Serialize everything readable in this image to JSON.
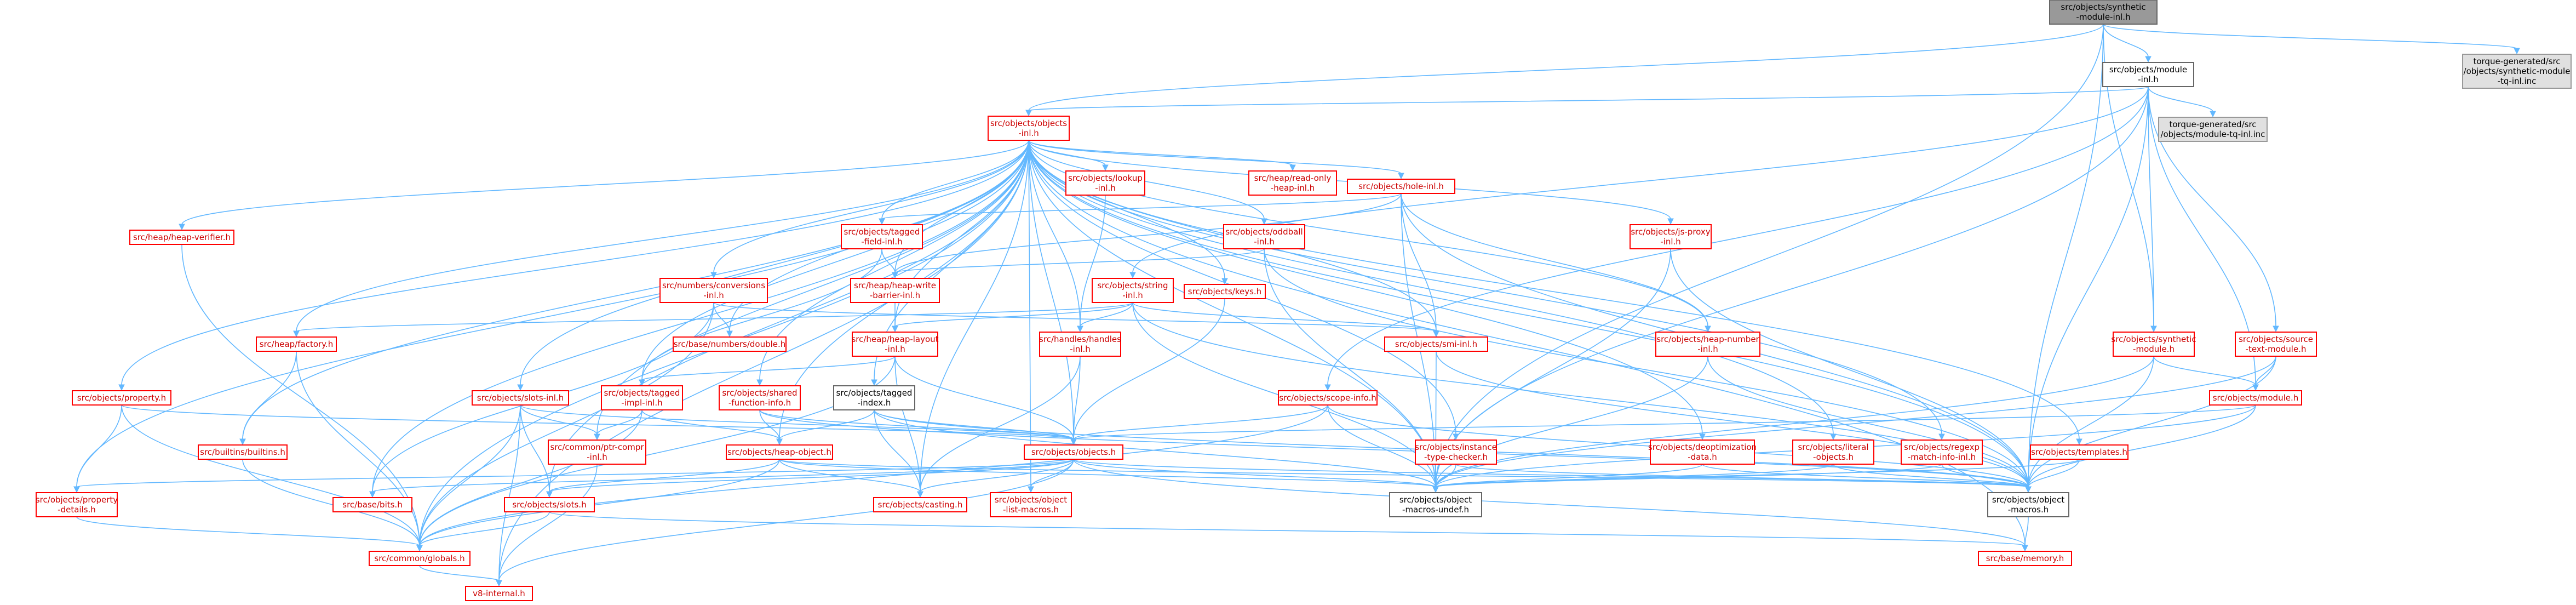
{
  "colors": {
    "root_fill": "#999999",
    "root_stroke": "#666666",
    "doc_fill": "#ffffff",
    "doc_stroke": "#666666",
    "missing_fill": "#ffffff",
    "missing_stroke": "#ff0000",
    "gen_fill": "#e0e0e0",
    "gen_stroke": "#999999",
    "doc_text": "#000000",
    "missing_text": "#cc0000",
    "edge": "#63b8ff"
  },
  "nodes": [
    {
      "id": "root",
      "kind": "root",
      "lines": [
        "src/objects/synthetic",
        "-module-inl.h"
      ]
    },
    {
      "id": "module_inl",
      "kind": "doc",
      "lines": [
        "src/objects/module",
        "-inl.h"
      ]
    },
    {
      "id": "torque_synth",
      "kind": "gen",
      "lines": [
        "torque-generated/src",
        "/objects/synthetic-module",
        "-tq-inl.inc"
      ]
    },
    {
      "id": "objects_inl",
      "kind": "missing",
      "lines": [
        "src/objects/objects",
        "-inl.h"
      ]
    },
    {
      "id": "torque_module",
      "kind": "gen",
      "lines": [
        "torque-generated/src",
        "/objects/module-tq-inl.inc"
      ]
    },
    {
      "id": "heap_verifier",
      "kind": "missing",
      "lines": [
        "src/heap/heap-verifier.h"
      ]
    },
    {
      "id": "heap_read_only",
      "kind": "missing",
      "lines": [
        "src/heap/read-only",
        "-heap-inl.h"
      ]
    },
    {
      "id": "lookup_inl",
      "kind": "missing",
      "lines": [
        "src/objects/lookup",
        "-inl.h"
      ]
    },
    {
      "id": "hole_inl",
      "kind": "missing",
      "lines": [
        "src/objects/hole-inl.h"
      ]
    },
    {
      "id": "tagged_field_inl",
      "kind": "missing",
      "lines": [
        "src/objects/tagged",
        "-field-inl.h"
      ]
    },
    {
      "id": "oddball_inl",
      "kind": "missing",
      "lines": [
        "src/objects/oddball",
        "-inl.h"
      ]
    },
    {
      "id": "js_proxy_inl",
      "kind": "missing",
      "lines": [
        "src/objects/js-proxy",
        "-inl.h"
      ]
    },
    {
      "id": "numbers_conv",
      "kind": "missing",
      "lines": [
        "src/numbers/conversions",
        "-inl.h"
      ]
    },
    {
      "id": "heap_write_barrier",
      "kind": "missing",
      "lines": [
        "src/heap/heap-write",
        "-barrier-inl.h"
      ]
    },
    {
      "id": "string_inl",
      "kind": "missing",
      "lines": [
        "src/objects/string",
        "-inl.h"
      ]
    },
    {
      "id": "keys_h",
      "kind": "missing",
      "lines": [
        "src/objects/keys.h"
      ]
    },
    {
      "id": "heap_factory",
      "kind": "missing",
      "lines": [
        "src/heap/factory.h"
      ]
    },
    {
      "id": "base_double",
      "kind": "missing",
      "lines": [
        "src/base/numbers/double.h"
      ]
    },
    {
      "id": "heap_layout",
      "kind": "missing",
      "lines": [
        "src/heap/heap-layout",
        "-inl.h"
      ]
    },
    {
      "id": "handles_inl",
      "kind": "missing",
      "lines": [
        "src/handles/handles",
        "-inl.h"
      ]
    },
    {
      "id": "smi_inl",
      "kind": "missing",
      "lines": [
        "src/objects/smi-inl.h"
      ]
    },
    {
      "id": "heap_number_inl",
      "kind": "missing",
      "lines": [
        "src/objects/heap-number",
        "-inl.h"
      ]
    },
    {
      "id": "synthetic_module_h",
      "kind": "missing",
      "lines": [
        "src/objects/synthetic",
        "-module.h"
      ]
    },
    {
      "id": "source_text_module",
      "kind": "missing",
      "lines": [
        "src/objects/source",
        "-text-module.h"
      ]
    },
    {
      "id": "property_h",
      "kind": "missing",
      "lines": [
        "src/objects/property.h"
      ]
    },
    {
      "id": "slots_inl",
      "kind": "missing",
      "lines": [
        "src/objects/slots-inl.h"
      ]
    },
    {
      "id": "tagged_impl_inl",
      "kind": "missing",
      "lines": [
        "src/objects/tagged",
        "-impl-inl.h"
      ]
    },
    {
      "id": "shared_function_info",
      "kind": "missing",
      "lines": [
        "src/objects/shared",
        "-function-info.h"
      ]
    },
    {
      "id": "tagged_index",
      "kind": "doc",
      "lines": [
        "src/objects/tagged",
        "-index.h"
      ]
    },
    {
      "id": "scope_info",
      "kind": "missing",
      "lines": [
        "src/objects/scope-info.h"
      ]
    },
    {
      "id": "module_h",
      "kind": "missing",
      "lines": [
        "src/objects/module.h"
      ]
    },
    {
      "id": "builtins_h",
      "kind": "missing",
      "lines": [
        "src/builtins/builtins.h"
      ]
    },
    {
      "id": "ptr_compr_inl",
      "kind": "missing",
      "lines": [
        "src/common/ptr-compr",
        "-inl.h"
      ]
    },
    {
      "id": "heap_object_h",
      "kind": "missing",
      "lines": [
        "src/objects/heap-object.h"
      ]
    },
    {
      "id": "objects_h",
      "kind": "missing",
      "lines": [
        "src/objects/objects.h"
      ]
    },
    {
      "id": "instance_type_checker",
      "kind": "missing",
      "lines": [
        "src/objects/instance",
        "-type-checker.h"
      ]
    },
    {
      "id": "deoptimization_data",
      "kind": "missing",
      "lines": [
        "src/objects/deoptimization",
        "-data.h"
      ]
    },
    {
      "id": "literal_objects",
      "kind": "missing",
      "lines": [
        "src/objects/literal",
        "-objects.h"
      ]
    },
    {
      "id": "regexp_match_info",
      "kind": "missing",
      "lines": [
        "src/objects/regexp",
        "-match-info-inl.h"
      ]
    },
    {
      "id": "templates_h",
      "kind": "missing",
      "lines": [
        "src/objects/templates.h"
      ]
    },
    {
      "id": "property_details",
      "kind": "missing",
      "lines": [
        "src/objects/property",
        "-details.h"
      ]
    },
    {
      "id": "base_bits",
      "kind": "missing",
      "lines": [
        "src/base/bits.h"
      ]
    },
    {
      "id": "slots_h",
      "kind": "missing",
      "lines": [
        "src/objects/slots.h"
      ]
    },
    {
      "id": "casting_h",
      "kind": "missing",
      "lines": [
        "src/objects/casting.h"
      ]
    },
    {
      "id": "bit_macros",
      "kind": "missing",
      "lines": [
        "src/objects/object",
        "-list-macros.h"
      ]
    },
    {
      "id": "object_macros_undef",
      "kind": "doc",
      "lines": [
        "src/objects/object",
        "-macros-undef.h"
      ]
    },
    {
      "id": "object_macros",
      "kind": "doc",
      "lines": [
        "src/objects/object",
        "-macros.h"
      ]
    },
    {
      "id": "common_globals",
      "kind": "missing",
      "lines": [
        "src/common/globals.h"
      ]
    },
    {
      "id": "base_memory",
      "kind": "missing",
      "lines": [
        "src/base/memory.h"
      ]
    },
    {
      "id": "v8_internal",
      "kind": "missing",
      "lines": [
        "v8-internal.h"
      ]
    }
  ],
  "edges": [
    [
      "root",
      "module_inl"
    ],
    [
      "root",
      "torque_synth"
    ],
    [
      "root",
      "objects_inl"
    ],
    [
      "root",
      "synthetic_module_h"
    ],
    [
      "root",
      "object_macros"
    ],
    [
      "root",
      "object_macros_undef"
    ],
    [
      "module_inl",
      "objects_inl"
    ],
    [
      "module_inl",
      "torque_module"
    ],
    [
      "module_inl",
      "synthetic_module_h"
    ],
    [
      "module_inl",
      "source_text_module"
    ],
    [
      "module_inl",
      "module_h"
    ],
    [
      "module_inl",
      "scope_info"
    ],
    [
      "module_inl",
      "string_inl"
    ],
    [
      "module_inl",
      "object_macros"
    ],
    [
      "module_inl",
      "object_macros_undef"
    ],
    [
      "objects_inl",
      "heap_verifier"
    ],
    [
      "objects_inl",
      "heap_read_only"
    ],
    [
      "objects_inl",
      "lookup_inl"
    ],
    [
      "objects_inl",
      "hole_inl"
    ],
    [
      "objects_inl",
      "tagged_field_inl"
    ],
    [
      "objects_inl",
      "oddball_inl"
    ],
    [
      "objects_inl",
      "js_proxy_inl"
    ],
    [
      "objects_inl",
      "numbers_conv"
    ],
    [
      "objects_inl",
      "heap_write_barrier"
    ],
    [
      "objects_inl",
      "keys_h"
    ],
    [
      "objects_inl",
      "heap_factory"
    ],
    [
      "objects_inl",
      "base_double"
    ],
    [
      "objects_inl",
      "heap_layout"
    ],
    [
      "objects_inl",
      "handles_inl"
    ],
    [
      "objects_inl",
      "smi_inl"
    ],
    [
      "objects_inl",
      "heap_number_inl"
    ],
    [
      "objects_inl",
      "property_h"
    ],
    [
      "objects_inl",
      "slots_inl"
    ],
    [
      "objects_inl",
      "tagged_impl_inl"
    ],
    [
      "objects_inl",
      "shared_function_info"
    ],
    [
      "objects_inl",
      "tagged_index"
    ],
    [
      "objects_inl",
      "builtins_h"
    ],
    [
      "objects_inl",
      "ptr_compr_inl"
    ],
    [
      "objects_inl",
      "heap_object_h"
    ],
    [
      "objects_inl",
      "objects_h"
    ],
    [
      "objects_inl",
      "instance_type_checker"
    ],
    [
      "objects_inl",
      "deoptimization_data"
    ],
    [
      "objects_inl",
      "literal_objects"
    ],
    [
      "objects_inl",
      "regexp_match_info"
    ],
    [
      "objects_inl",
      "templates_h"
    ],
    [
      "objects_inl",
      "property_details"
    ],
    [
      "objects_inl",
      "base_bits"
    ],
    [
      "objects_inl",
      "slots_h"
    ],
    [
      "objects_inl",
      "casting_h"
    ],
    [
      "objects_inl",
      "bit_macros"
    ],
    [
      "objects_inl",
      "object_macros_undef"
    ],
    [
      "objects_inl",
      "object_macros"
    ],
    [
      "objects_inl",
      "common_globals"
    ],
    [
      "objects_inl",
      "base_memory"
    ],
    [
      "objects_inl",
      "v8_internal"
    ],
    [
      "heap_verifier",
      "common_globals"
    ],
    [
      "lookup_inl",
      "handles_inl"
    ],
    [
      "hole_inl",
      "heap_write_barrier"
    ],
    [
      "hole_inl",
      "smi_inl"
    ],
    [
      "hole_inl",
      "heap_number_inl"
    ],
    [
      "hole_inl",
      "tagged_field_inl"
    ],
    [
      "hole_inl",
      "object_macros"
    ],
    [
      "hole_inl",
      "object_macros_undef"
    ],
    [
      "tagged_field_inl",
      "heap_write_barrier"
    ],
    [
      "tagged_field_inl",
      "tagged_impl_inl"
    ],
    [
      "oddball_inl",
      "heap_write_barrier"
    ],
    [
      "oddball_inl",
      "object_macros"
    ],
    [
      "oddball_inl",
      "object_macros_undef"
    ],
    [
      "js_proxy_inl",
      "object_macros"
    ],
    [
      "js_proxy_inl",
      "object_macros_undef"
    ],
    [
      "numbers_conv",
      "base_double"
    ],
    [
      "numbers_conv",
      "common_globals"
    ],
    [
      "numbers_conv",
      "smi_inl"
    ],
    [
      "numbers_conv",
      "base_bits"
    ],
    [
      "heap_write_barrier",
      "heap_layout"
    ],
    [
      "string_inl",
      "heap_factory"
    ],
    [
      "string_inl",
      "heap_layout"
    ],
    [
      "string_inl",
      "handles_inl"
    ],
    [
      "string_inl",
      "smi_inl"
    ],
    [
      "string_inl",
      "object_macros_undef"
    ],
    [
      "string_inl",
      "object_macros"
    ],
    [
      "keys_h",
      "objects_h"
    ],
    [
      "heap_factory",
      "builtins_h"
    ],
    [
      "heap_factory",
      "common_globals"
    ],
    [
      "heap_layout",
      "objects_h"
    ],
    [
      "heap_layout",
      "casting_h"
    ],
    [
      "heap_layout",
      "tagged_impl_inl"
    ],
    [
      "heap_layout",
      "common_globals"
    ],
    [
      "handles_inl",
      "objects_h"
    ],
    [
      "handles_inl",
      "casting_h"
    ],
    [
      "smi_inl",
      "object_macros_undef"
    ],
    [
      "smi_inl",
      "object_macros"
    ],
    [
      "heap_number_inl",
      "object_macros_undef"
    ],
    [
      "heap_number_inl",
      "object_macros"
    ],
    [
      "synthetic_module_h",
      "module_h"
    ],
    [
      "synthetic_module_h",
      "object_macros"
    ],
    [
      "synthetic_module_h",
      "object_macros_undef"
    ],
    [
      "source_text_module",
      "module_h"
    ],
    [
      "source_text_module",
      "object_macros"
    ],
    [
      "source_text_module",
      "object_macros_undef"
    ],
    [
      "module_h",
      "objects_h"
    ],
    [
      "module_h",
      "object_macros"
    ],
    [
      "module_h",
      "object_macros_undef"
    ],
    [
      "scope_info",
      "objects_h"
    ],
    [
      "scope_info",
      "common_globals"
    ],
    [
      "scope_info",
      "object_macros"
    ],
    [
      "scope_info",
      "object_macros_undef"
    ],
    [
      "property_h",
      "property_details"
    ],
    [
      "property_h",
      "objects_h"
    ],
    [
      "property_h",
      "common_globals"
    ],
    [
      "slots_inl",
      "slots_h"
    ],
    [
      "slots_inl",
      "ptr_compr_inl"
    ],
    [
      "slots_inl",
      "v8_internal"
    ],
    [
      "slots_inl",
      "common_globals"
    ],
    [
      "slots_inl",
      "objects_h"
    ],
    [
      "tagged_impl_inl",
      "ptr_compr_inl"
    ],
    [
      "tagged_impl_inl",
      "heap_object_h"
    ],
    [
      "tagged_impl_inl",
      "common_globals"
    ],
    [
      "shared_function_info",
      "heap_object_h"
    ],
    [
      "shared_function_info",
      "objects_h"
    ],
    [
      "shared_function_info",
      "object_macros"
    ],
    [
      "tagged_index",
      "objects_h"
    ],
    [
      "tagged_index",
      "casting_h"
    ],
    [
      "tagged_index",
      "heap_object_h"
    ],
    [
      "tagged_index",
      "object_macros"
    ],
    [
      "tagged_index",
      "object_macros_undef"
    ],
    [
      "builtins_h",
      "common_globals"
    ],
    [
      "ptr_compr_inl",
      "v8_internal"
    ],
    [
      "heap_object_h",
      "slots_h"
    ],
    [
      "heap_object_h",
      "casting_h"
    ],
    [
      "heap_object_h",
      "common_globals"
    ],
    [
      "heap_object_h",
      "object_macros"
    ],
    [
      "heap_object_h",
      "object_macros_undef"
    ],
    [
      "objects_h",
      "property_details"
    ],
    [
      "objects_h",
      "base_bits"
    ],
    [
      "objects_h",
      "bit_macros"
    ],
    [
      "objects_h",
      "object_macros"
    ],
    [
      "objects_h",
      "object_macros_undef"
    ],
    [
      "objects_h",
      "base_memory"
    ],
    [
      "objects_h",
      "slots_h"
    ],
    [
      "objects_h",
      "casting_h"
    ],
    [
      "objects_h",
      "v8_internal"
    ],
    [
      "instance_type_checker",
      "object_macros_undef"
    ],
    [
      "instance_type_checker",
      "object_macros"
    ],
    [
      "deoptimization_data",
      "object_macros"
    ],
    [
      "deoptimization_data",
      "object_macros_undef"
    ],
    [
      "literal_objects",
      "object_macros"
    ],
    [
      "literal_objects",
      "object_macros_undef"
    ],
    [
      "regexp_match_info",
      "object_macros"
    ],
    [
      "regexp_match_info",
      "object_macros_undef"
    ],
    [
      "templates_h",
      "object_macros"
    ],
    [
      "templates_h",
      "object_macros_undef"
    ],
    [
      "property_details",
      "common_globals"
    ],
    [
      "slots_h",
      "common_globals"
    ],
    [
      "slots_h",
      "base_memory"
    ],
    [
      "object_macros",
      "base_memory"
    ],
    [
      "common_globals",
      "v8_internal"
    ]
  ]
}
